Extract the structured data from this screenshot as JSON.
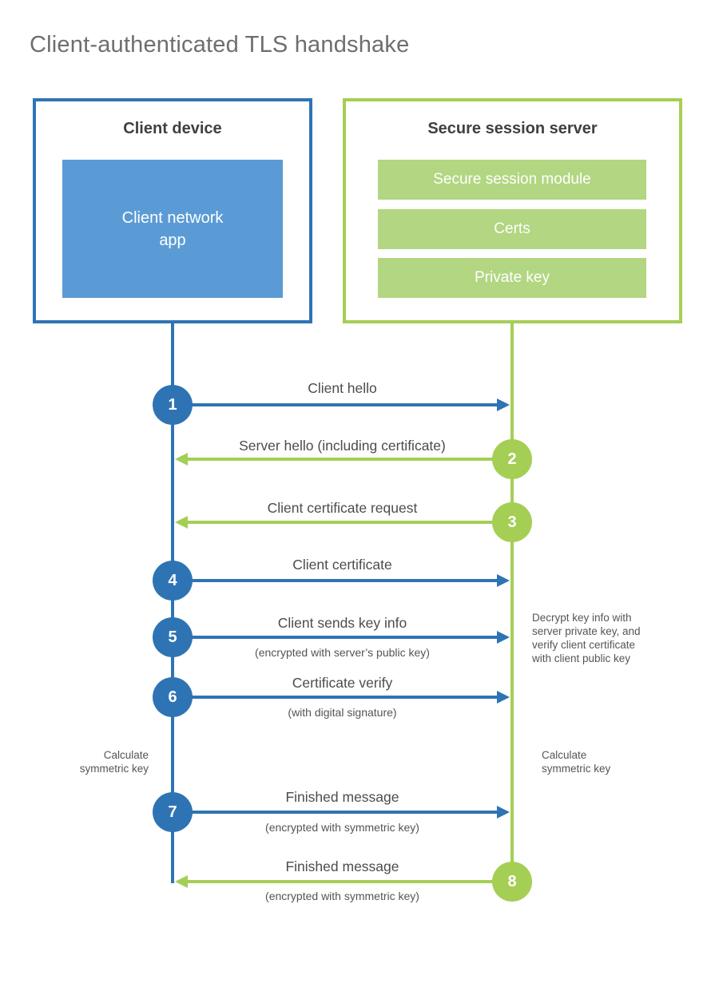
{
  "title": "Client-authenticated TLS handshake",
  "client": {
    "title": "Client device",
    "app_lines": [
      "Client network",
      "app"
    ]
  },
  "server": {
    "title": "Secure session server",
    "modules": [
      "Secure session module",
      "Certs",
      "Private key"
    ]
  },
  "messages": [
    {
      "num": "1",
      "label": "Client hello",
      "direction": "client-to-server",
      "color": "blue"
    },
    {
      "num": "2",
      "label": "Server hello (including certificate)",
      "direction": "server-to-client",
      "color": "green"
    },
    {
      "num": "3",
      "label": "Client certificate request",
      "direction": "server-to-client",
      "color": "green"
    },
    {
      "num": "4",
      "label": "Client certificate",
      "direction": "client-to-server",
      "color": "blue"
    },
    {
      "num": "5",
      "label": "Client sends key info",
      "sub": "(encrypted with server’s public key)",
      "direction": "client-to-server",
      "color": "blue"
    },
    {
      "num": "6",
      "label": "Certificate verify",
      "sub": "(with digital signature)",
      "direction": "client-to-server",
      "color": "blue"
    },
    {
      "num": "7",
      "label": "Finished message",
      "sub": "(encrypted with symmetric key)",
      "direction": "client-to-server",
      "color": "blue"
    },
    {
      "num": "8",
      "label": "Finished message",
      "sub": "(encrypted with symmetric key)",
      "direction": "server-to-client",
      "color": "green"
    }
  ],
  "notes": {
    "decrypt_lines": [
      "Decrypt key info with",
      "server private key, and",
      "verify client certificate",
      "with client public key"
    ],
    "calc_left_lines": [
      "Calculate",
      "symmetric key"
    ],
    "calc_right_lines": [
      "Calculate",
      "symmetric key"
    ]
  },
  "colors": {
    "blue": "#2e74b5",
    "blue_fill": "#5b9bd5",
    "green": "#a5ce55",
    "green_fill": "#b2d681",
    "title_gray": "#6d6e70",
    "text_dark": "#3f4042",
    "label_gray": "#4c4c4e"
  }
}
